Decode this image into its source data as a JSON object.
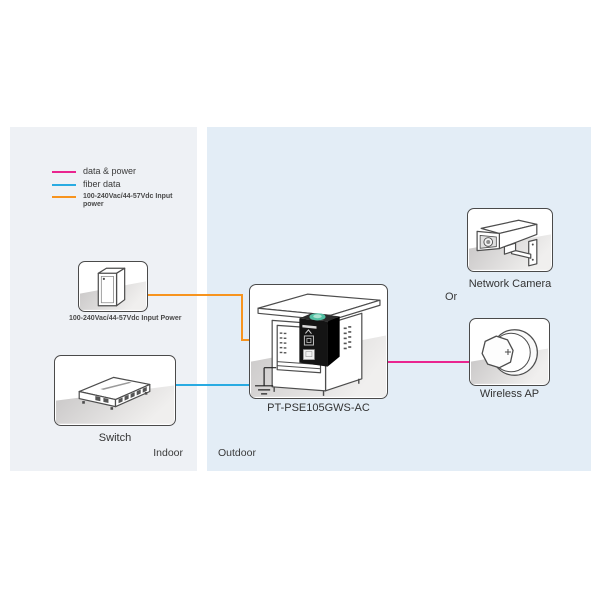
{
  "colors": {
    "data_and_power": "#e9258f",
    "fiber_data": "#29abe2",
    "input_power": "#f7941e",
    "indoor_panel": "#eef1f5",
    "outdoor_panel": "#e3edf6",
    "injector_connector": "#52bfa3"
  },
  "legend": {
    "items": [
      {
        "label": "data & power"
      },
      {
        "label": "fiber data"
      },
      {
        "label": "100-240Vac/44-57Vdc Input",
        "label_line2": "power"
      }
    ]
  },
  "devices": {
    "power_source": {
      "caption": "100-240Vac/44-57Vdc Input Power"
    },
    "switch": {
      "caption": "Switch"
    },
    "poe_injector": {
      "caption": "PT-PSE105GWS-AC"
    },
    "network_camera": {
      "caption": "Network Camera"
    },
    "wireless_ap": {
      "caption": "Wireless AP"
    }
  },
  "zones": {
    "indoor": "Indoor",
    "outdoor": "Outdoor"
  },
  "alternative_label": "Or"
}
